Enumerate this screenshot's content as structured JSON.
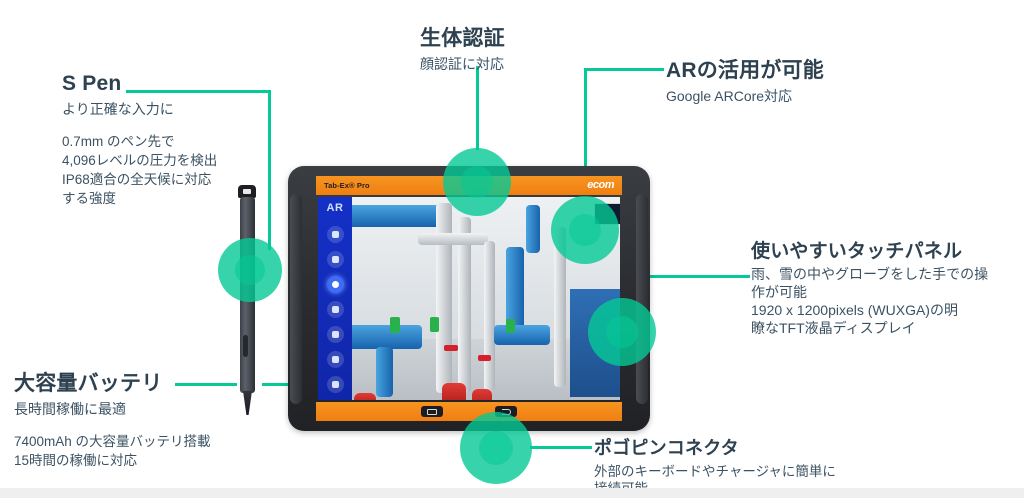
{
  "page": {
    "background_color": "#ffffff",
    "accent_color": "#05c996",
    "text_color": "#2d4150",
    "bezel_color": "#f79420"
  },
  "callouts": [
    {
      "id": "s-pen",
      "title": "S Pen",
      "subtitle": "より正確な入力に",
      "body": [
        "0.7mm のペン先で",
        "4,096レベルの圧力を検出",
        "IP68適合の全天候に対応",
        "する強度"
      ]
    },
    {
      "id": "biometrics",
      "title": "生体認証",
      "subtitle": "顔認証に対応",
      "body": []
    },
    {
      "id": "ar",
      "title": "ARの活用が可能",
      "subtitle": "Google ARCore対応",
      "body": []
    },
    {
      "id": "touch-panel",
      "title": "使いやすいタッチパネル",
      "subtitle_lines": [
        "雨、雪の中やグローブをした手での操",
        "作が可能",
        "1920 x 1200pixels (WUXGA)の明",
        "瞭なTFT液晶ディスプレイ"
      ]
    },
    {
      "id": "battery",
      "title": "大容量バッテリ",
      "subtitle": "長時間稼働に最適",
      "body": [
        "7400mAh の大容量バッテリ搭載",
        "15時間の稼働に対応"
      ]
    },
    {
      "id": "pogo-pin",
      "title": "ポゴピンコネクタ",
      "subtitle_lines": [
        "外部のキーボードやチャージャに簡単に",
        "接続可能"
      ]
    }
  ],
  "device": {
    "brand_mark": "Tab-Ex® Pro",
    "manufacturer_logo": "ecom",
    "app_sidebar": {
      "logo": "AR",
      "icons": [
        {
          "name": "list-icon"
        },
        {
          "name": "link-icon"
        },
        {
          "name": "scan-icon"
        },
        {
          "name": "crop-icon"
        },
        {
          "name": "settings-icon"
        },
        {
          "name": "gear-icon"
        },
        {
          "name": "camera-icon"
        }
      ]
    },
    "nav_buttons": [
      {
        "name": "recents-button"
      },
      {
        "name": "back-button"
      }
    ]
  }
}
